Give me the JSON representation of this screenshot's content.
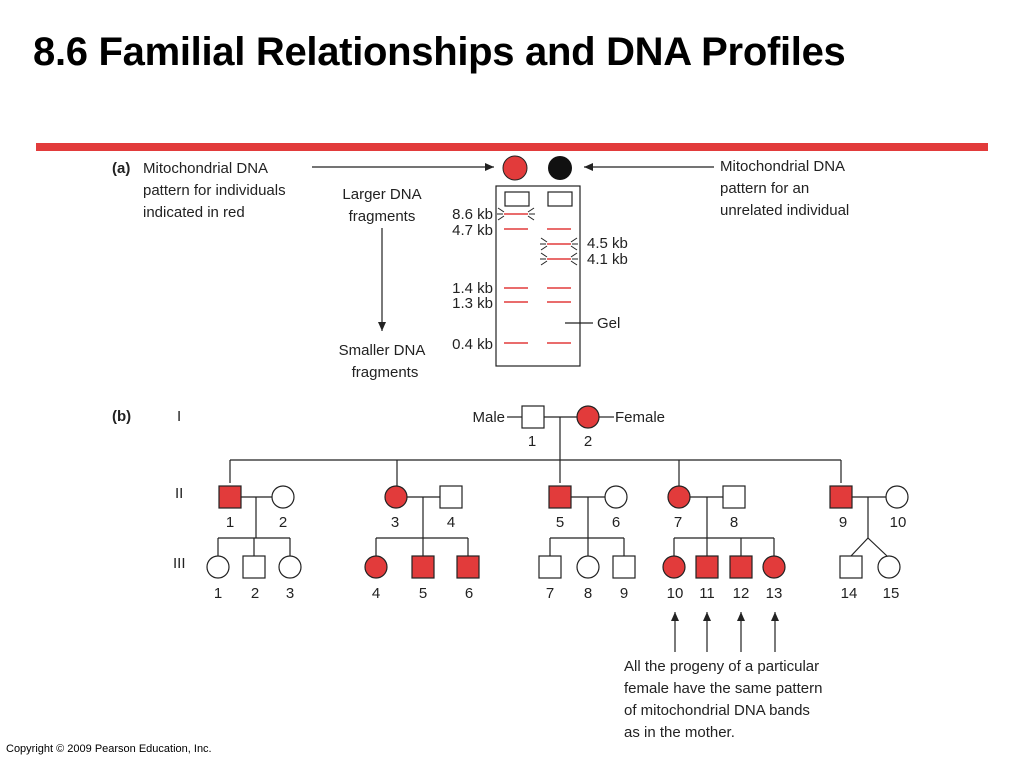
{
  "title": "8.6  Familial Relationships and DNA Profiles",
  "colors": {
    "accent": "#e23b3b",
    "affected": "#e23b3b",
    "unrelated": "#111111",
    "line": "#222222"
  },
  "part_a": {
    "label": "(a)",
    "left_note": [
      "Mitochondrial DNA",
      "pattern for individuals",
      "indicated in red"
    ],
    "right_note": [
      "Mitochondrial DNA",
      "pattern for an",
      "unrelated individual"
    ],
    "larger": [
      "Larger DNA",
      "fragments"
    ],
    "smaller": [
      "Smaller DNA",
      "fragments"
    ],
    "gel_label": "Gel",
    "left_bands": [
      "8.6 kb",
      "4.7 kb",
      "1.4 kb",
      "1.3 kb",
      "0.4 kb"
    ],
    "right_bands": [
      "4.5 kb",
      "4.1 kb"
    ]
  },
  "part_b": {
    "label": "(b)",
    "generations": [
      "I",
      "II",
      "III"
    ],
    "male_label": "Male",
    "female_label": "Female",
    "gen1_numbers": [
      "1",
      "2"
    ],
    "gen2_numbers": [
      "1",
      "2",
      "3",
      "4",
      "5",
      "6",
      "7",
      "8",
      "9",
      "10"
    ],
    "gen3_numbers": [
      "1",
      "2",
      "3",
      "4",
      "5",
      "6",
      "7",
      "8",
      "9",
      "10",
      "11",
      "12",
      "13",
      "14",
      "15"
    ],
    "note": [
      "All the progeny of a particular",
      "female have the same pattern",
      "of mitochondrial DNA bands",
      "as in the mother."
    ]
  },
  "copyright": "Copyright © 2009 Pearson Education, Inc."
}
